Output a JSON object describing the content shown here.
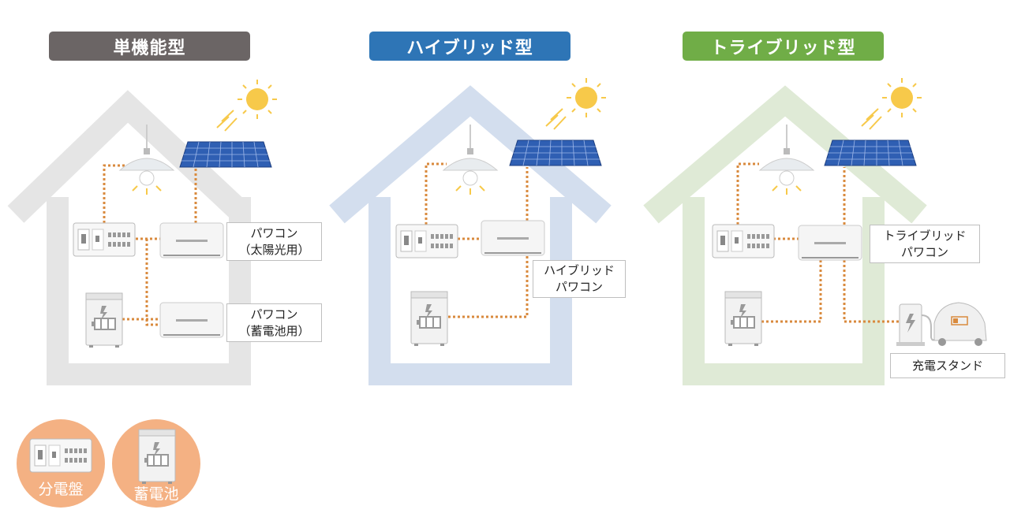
{
  "titles": [
    {
      "label": "単機能型",
      "color": "#6b6565"
    },
    {
      "label": "ハイブリッド型",
      "color": "#2e75b6"
    },
    {
      "label": "トライブリッド型",
      "color": "#70ad47"
    }
  ],
  "labels": {
    "pv_pcs": [
      "パワコン",
      "（太陽光用）"
    ],
    "bat_pcs": [
      "パワコン",
      "（蓄電池用）"
    ],
    "hybrid_pcs": [
      "ハイブリッド",
      "パワコン"
    ],
    "tribrid_pcs": [
      "トライブリッド",
      "パワコン"
    ],
    "ev_stand": "充電スタンド"
  },
  "legend": [
    {
      "label": "分電盤"
    },
    {
      "label": "蓄電池"
    }
  ],
  "colors": {
    "house1": "#e5e5e5",
    "house2": "#d3deee",
    "house3": "#dfead6",
    "wire": "#d98a3d",
    "legend_circle": "#f4b183",
    "solar": "#2f5fb3",
    "sun": "#f7c94a"
  }
}
